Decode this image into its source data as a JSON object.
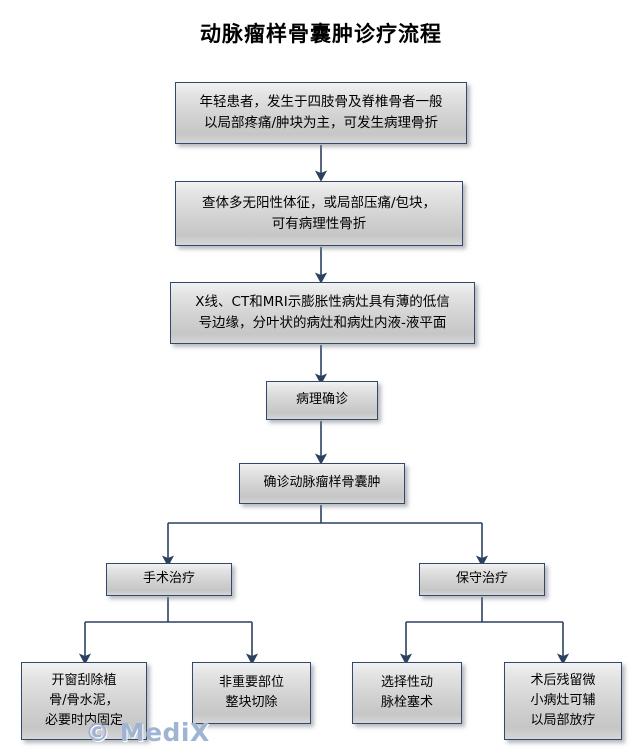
{
  "title": "动脉瘤样骨囊肿诊疗流程",
  "watermark": "© MediX",
  "colors": {
    "box_border": "#31496b",
    "box_fill_top": "#f2f2f2",
    "box_fill_bottom": "#c6c6c6",
    "connector": "#2c4161",
    "watermark": "#9fb4d2",
    "background": "#ffffff",
    "text": "#000000"
  },
  "nodes": [
    {
      "id": "symptoms",
      "label": "年轻患者，发生于四肢骨及脊椎骨者一般\n以局部疼痛/肿块为主，可发生病理骨折"
    },
    {
      "id": "physical-exam",
      "label": "查体多无阳性体征，或局部压痛/包块，\n可有病理性骨折"
    },
    {
      "id": "imaging",
      "label": "X线、CT和MRI示膨胀性病灶具有薄的低信\n号边缘，分叶状的病灶和病灶内液-液平面"
    },
    {
      "id": "pathology-confirm",
      "label": "病理确诊"
    },
    {
      "id": "diagnosis",
      "label": "确诊动脉瘤样骨囊肿"
    },
    {
      "id": "surgical-treatment",
      "label": "手术治疗"
    },
    {
      "id": "conservative-treatment",
      "label": "保守治疗"
    },
    {
      "id": "curettage-bonegraft",
      "label": "开窗刮除植\n骨/骨水泥，\n必要时内固定"
    },
    {
      "id": "en-bloc-resection",
      "label": "非重要部位\n整块切除"
    },
    {
      "id": "arterial-embolization",
      "label": "选择性动\n脉栓塞术"
    },
    {
      "id": "local-radiotherapy",
      "label": "术后残留微\n小病灶可辅\n以局部放疗"
    }
  ]
}
